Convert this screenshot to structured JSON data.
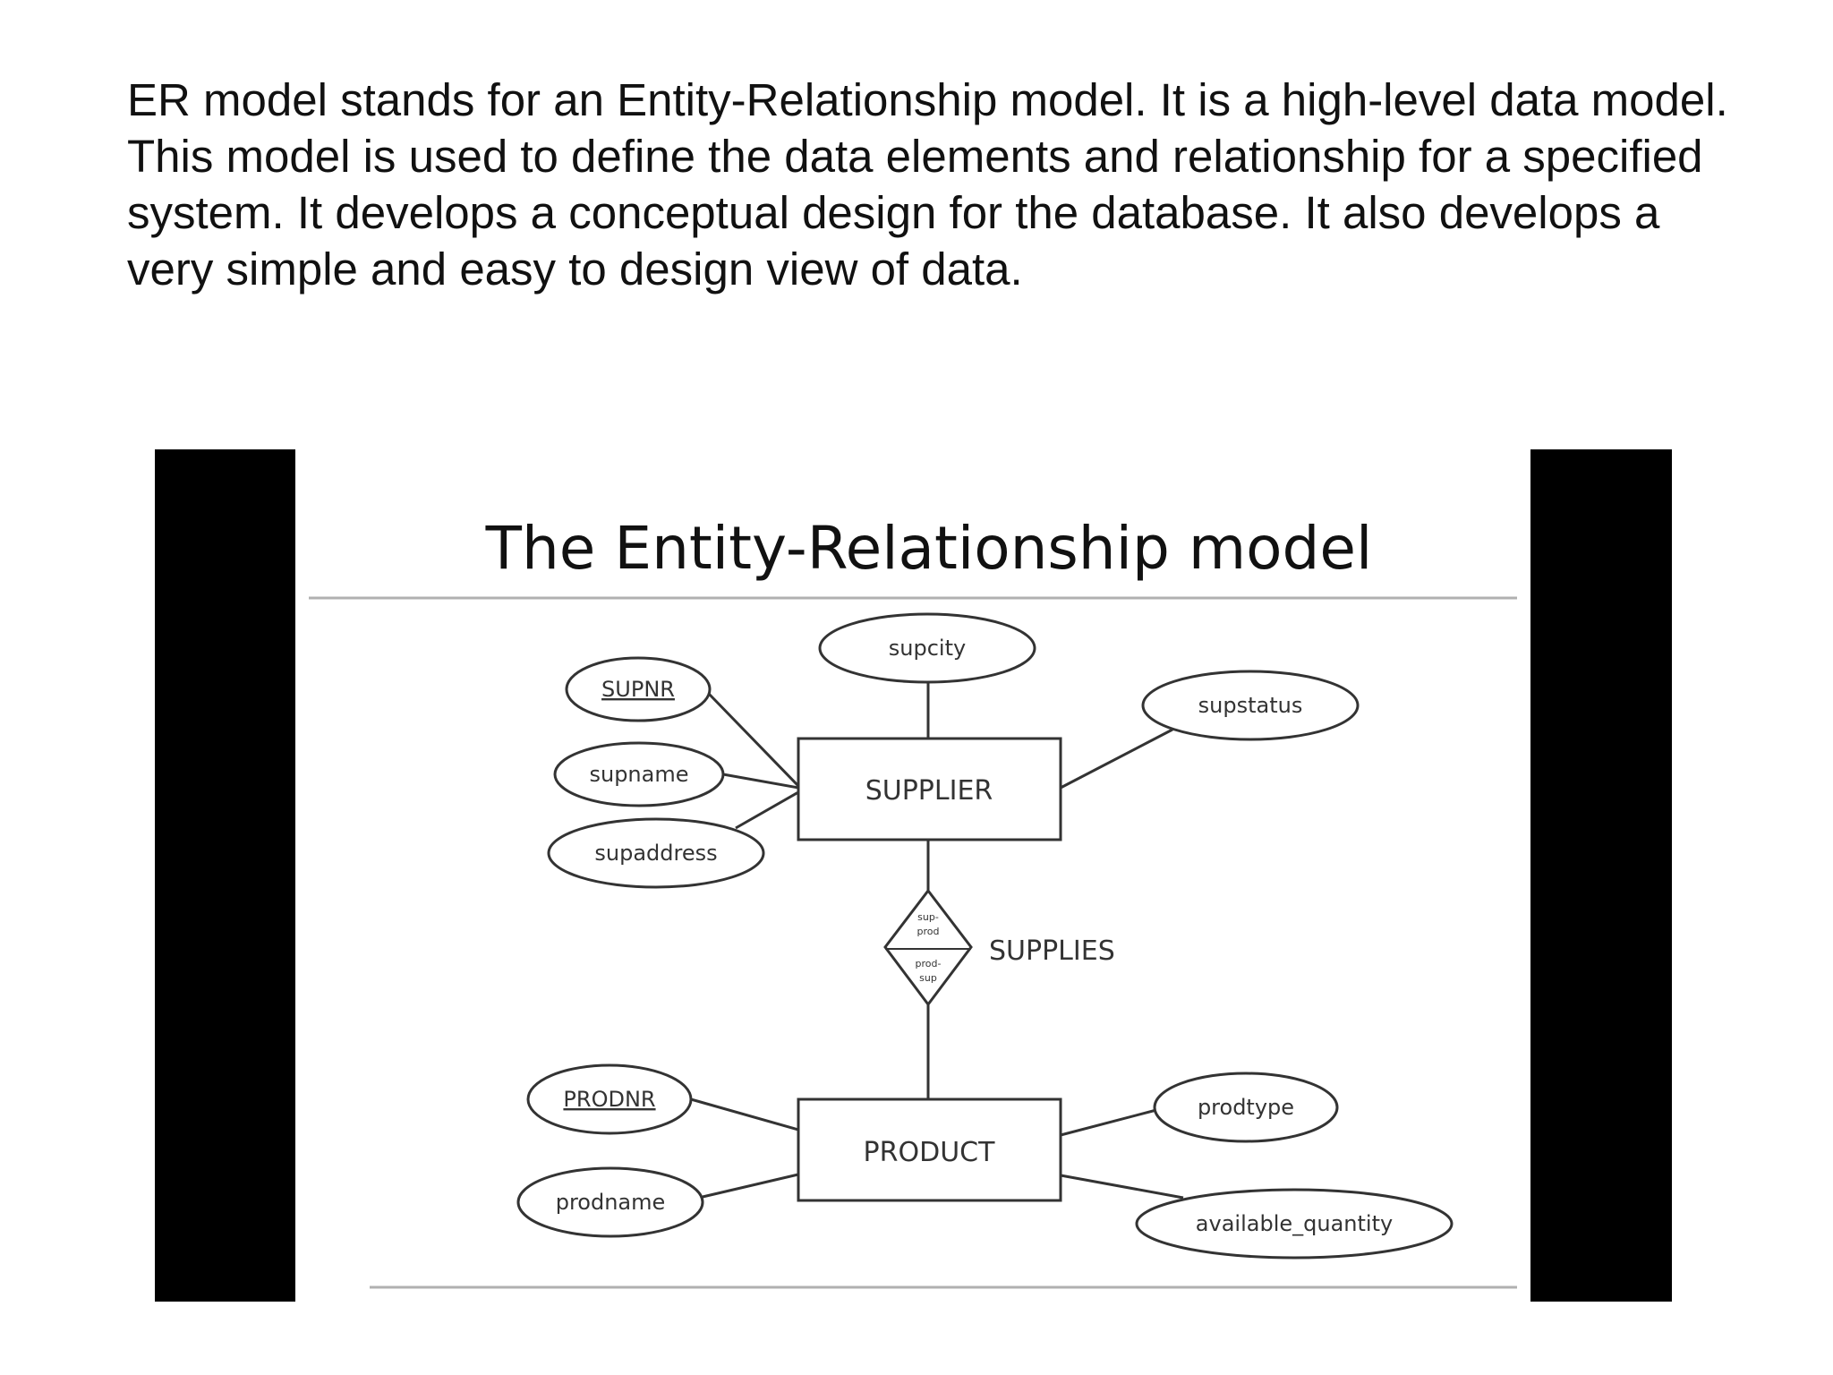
{
  "intro": {
    "paragraph": "ER model stands for an Entity-Relationship model. It is a high-level data model. This model is used to define the data elements and relationship for a specified system. It develops a conceptual design for the database. It also develops a very simple and easy to design view of data."
  },
  "figure": {
    "title": "The Entity-Relationship model",
    "entities": {
      "supplier": "SUPPLIER",
      "product": "PRODUCT"
    },
    "relationship": {
      "name": "SUPPLIES",
      "top_role": [
        "sup-",
        "prod"
      ],
      "bottom_role": [
        "prod-",
        "sup"
      ]
    },
    "attributes": {
      "supnr": "SUPNR",
      "supname": "supname",
      "supaddress": "supaddress",
      "supcity": "supcity",
      "supstatus": "supstatus",
      "prodnr": "PRODNR",
      "prodname": "prodname",
      "prodtype": "prodtype",
      "available_quantity": "available_quantity"
    },
    "colors": {
      "side_bars": "#000000",
      "lines": "#333333",
      "rule": "#b0b0b0"
    }
  }
}
